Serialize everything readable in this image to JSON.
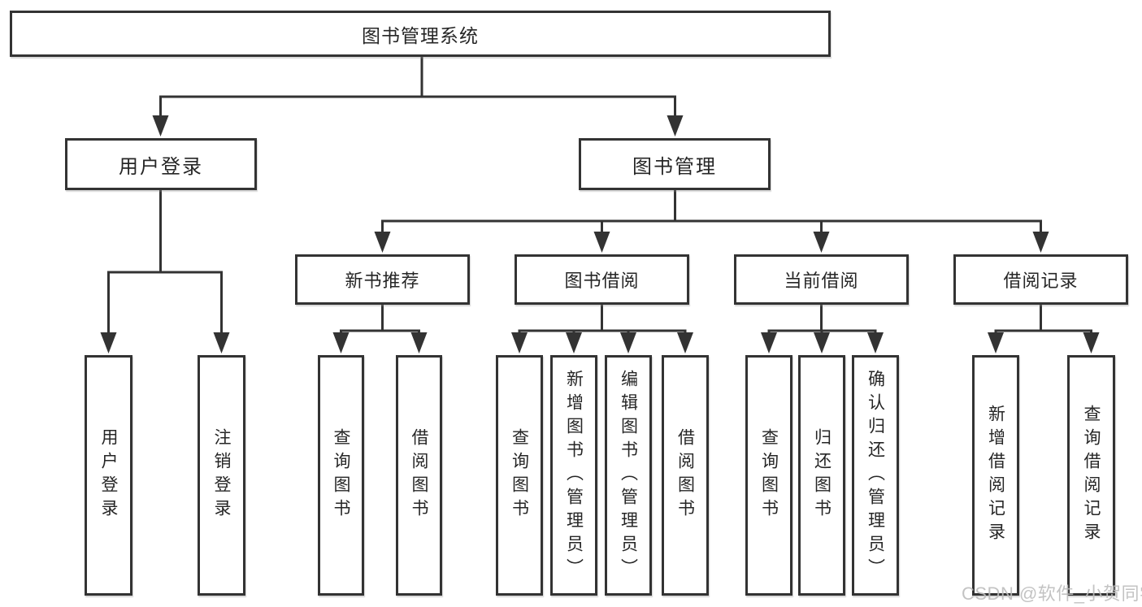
{
  "tree": {
    "label": "图书管理系统",
    "children": [
      {
        "label": "用户登录",
        "children": [
          {
            "label": "用户登录"
          },
          {
            "label": "注销登录"
          }
        ]
      },
      {
        "label": "图书管理",
        "children": [
          {
            "label": "新书推荐",
            "children": [
              {
                "label": "查询图书"
              },
              {
                "label": "借阅图书"
              }
            ]
          },
          {
            "label": "图书借阅",
            "children": [
              {
                "label": "查询图书"
              },
              {
                "label": "新增图书（管理员）"
              },
              {
                "label": "编辑图书（管理员）"
              },
              {
                "label": "借阅图书"
              }
            ]
          },
          {
            "label": "当前借阅",
            "children": [
              {
                "label": "查询图书"
              },
              {
                "label": "归还图书"
              },
              {
                "label": "确认归还（管理员）"
              }
            ]
          },
          {
            "label": "借阅记录",
            "children": [
              {
                "label": "新增借阅记录"
              },
              {
                "label": "查询借阅记录"
              }
            ]
          }
        ]
      }
    ]
  },
  "watermark": "CSDN @软件_小贺同学",
  "colors": {
    "background": "#ffffff",
    "box_fill": "#ffffff",
    "box_border": "#333333",
    "line": "#333333",
    "text": "#262626",
    "watermark": "#bdbdbd"
  }
}
